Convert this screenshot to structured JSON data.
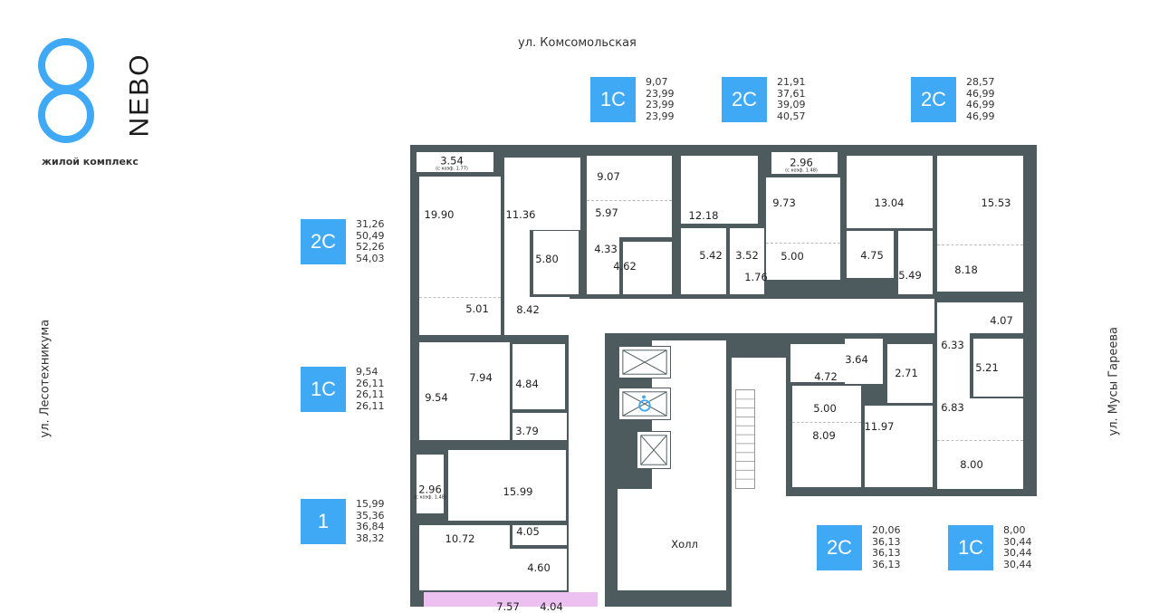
{
  "logo": {
    "brand": "NEBO",
    "tagline": "жилой комплекс",
    "accent": "#3fa9f5"
  },
  "streets": {
    "top": "ул. Комсомольская",
    "left": "ул. Лесотехникума",
    "right": "ул. Мусы Гареева"
  },
  "apartments": [
    {
      "type": "1С",
      "areas": [
        "9,07",
        "23,99",
        "23,99",
        "23,99"
      ]
    },
    {
      "type": "2С",
      "areas": [
        "21,91",
        "37,61",
        "39,09",
        "40,57"
      ]
    },
    {
      "type": "2С",
      "areas": [
        "28,57",
        "46,99",
        "46,99",
        "46,99"
      ]
    },
    {
      "type": "2С",
      "areas": [
        "31,26",
        "50,49",
        "52,26",
        "54,03"
      ]
    },
    {
      "type": "1С",
      "areas": [
        "9,54",
        "26,11",
        "26,11",
        "26,11"
      ]
    },
    {
      "type": "1",
      "areas": [
        "15,99",
        "35,36",
        "36,84",
        "38,32"
      ]
    },
    {
      "type": "2С",
      "areas": [
        "20,06",
        "36,13",
        "36,13",
        "36,13"
      ]
    },
    {
      "type": "1С",
      "areas": [
        "8,00",
        "30,44",
        "30,44",
        "30,44"
      ]
    }
  ],
  "rooms": [
    "3.54",
    "19.90",
    "11.36",
    "5.80",
    "5.01",
    "8.42",
    "9.07",
    "5.97",
    "4.33",
    "4.62",
    "12.18",
    "5.42",
    "2.96",
    "9.73",
    "3.52",
    "5.00",
    "1.76",
    "13.04",
    "15.53",
    "4.75",
    "5.49",
    "8.18",
    "4.07",
    "6.33",
    "5.21",
    "6.83",
    "8.00",
    "4.72",
    "3.64",
    "2.71",
    "5.00",
    "8.09",
    "11.97",
    "9.54",
    "7.94",
    "4.84",
    "3.79",
    "2.96",
    "15.99",
    "10.72",
    "4.05",
    "4.60",
    "7.57",
    "4.04"
  ],
  "balcony_coef": [
    "(с коэф. 1.77)",
    "(с коэф. 1.48)",
    "(с коэф. 1.48)"
  ],
  "hall": "Холл"
}
